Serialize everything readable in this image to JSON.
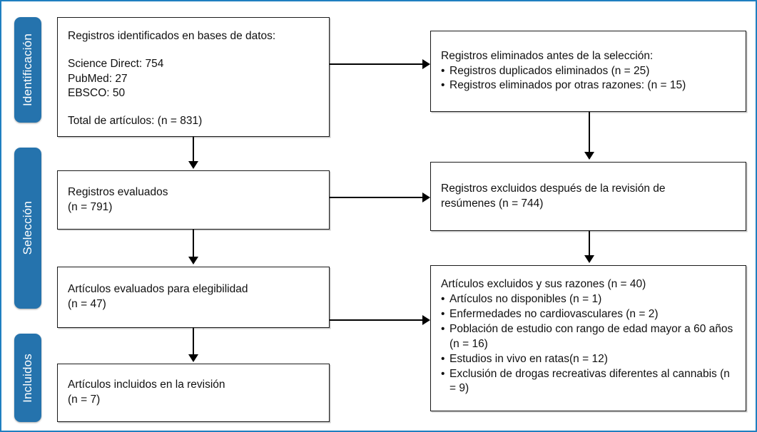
{
  "figure": {
    "type": "prisma-flow-diagram",
    "accent_color": "#2573ad",
    "frame_color": "#1f7fc0",
    "box_border_color": "#1a1a1a"
  },
  "stages": [
    {
      "label": "Identificación"
    },
    {
      "label": "Selección"
    },
    {
      "label": "Incluidos"
    }
  ],
  "boxes": {
    "identified": {
      "heading": "Registros identificados en bases de datos:",
      "sources": [
        "Science Direct: 754",
        "PubMed: 27",
        "EBSCO: 50"
      ],
      "total": "Total de artículos: (n = 831)"
    },
    "removed_before_screening": {
      "heading": "Registros eliminados antes de la selección:",
      "items": [
        "Registros duplicados eliminados (n = 25)",
        "Registros eliminados por otras razones: (n = 15)"
      ]
    },
    "screened": {
      "line1": "Registros evaluados",
      "line2": "(n = 791)"
    },
    "excluded_after_abstracts": {
      "line1": "Registros excluidos después de la revisión de",
      "line2": "resúmenes (n = 744)"
    },
    "eligibility": {
      "line1": "Artículos evaluados para elegibilidad",
      "line2": "(n = 47)"
    },
    "excluded_with_reasons": {
      "heading": "Artículos excluidos y sus razones (n = 40)",
      "items": [
        "Artículos no disponibles (n = 1)",
        "Enfermedades no cardiovasculares (n = 2)",
        "Población de estudio con rango de edad mayor a 60 años (n = 16)",
        "Estudios in vivo en ratas(n = 12)",
        "Exclusión de drogas recreativas diferentes al cannabis (n = 9)"
      ]
    },
    "included": {
      "line1": "Artículos incluidos en la revisión",
      "line2": "(n = 7)"
    }
  },
  "chart_data": {
    "type": "diagram",
    "title": "Diagrama de flujo PRISMA",
    "nodes": [
      {
        "id": "identified",
        "stage": "Identificación",
        "n": 831,
        "sources": {
          "Science Direct": 754,
          "PubMed": 27,
          "EBSCO": 50
        }
      },
      {
        "id": "removed_before_screening",
        "stage": "Identificación",
        "duplicates_removed": 25,
        "other_reasons_removed": 15
      },
      {
        "id": "screened",
        "stage": "Selección",
        "n": 791
      },
      {
        "id": "excluded_after_abstracts",
        "stage": "Selección",
        "n": 744
      },
      {
        "id": "eligibility",
        "stage": "Selección",
        "n": 47
      },
      {
        "id": "excluded_with_reasons",
        "stage": "Selección",
        "n": 40,
        "reasons": {
          "Artículos no disponibles": 1,
          "Enfermedades no cardiovasculares": 2,
          "Población de estudio con rango de edad mayor a 60 años": 16,
          "Estudios in vivo en ratas": 12,
          "Exclusión de drogas recreativas diferentes al cannabis": 9
        }
      },
      {
        "id": "included",
        "stage": "Incluidos",
        "n": 7
      }
    ],
    "edges": [
      {
        "from": "identified",
        "to": "removed_before_screening"
      },
      {
        "from": "identified",
        "to": "screened"
      },
      {
        "from": "removed_before_screening",
        "to": "excluded_after_abstracts"
      },
      {
        "from": "screened",
        "to": "excluded_after_abstracts"
      },
      {
        "from": "screened",
        "to": "eligibility"
      },
      {
        "from": "excluded_after_abstracts",
        "to": "excluded_with_reasons"
      },
      {
        "from": "eligibility",
        "to": "excluded_with_reasons"
      },
      {
        "from": "eligibility",
        "to": "included"
      }
    ]
  }
}
